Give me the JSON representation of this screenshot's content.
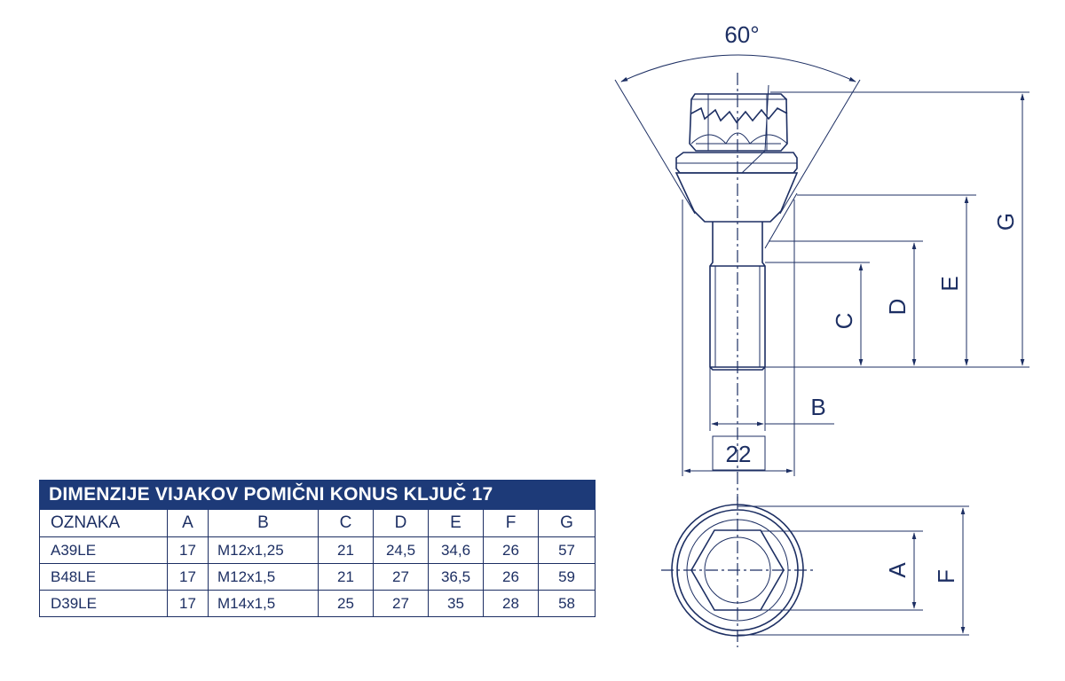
{
  "drawing": {
    "angle_label": "60°",
    "dimension_labels": {
      "a": "A",
      "b": "B",
      "c": "C",
      "d": "D",
      "e": "E",
      "f": "F",
      "g": "G",
      "wrench": "22"
    }
  },
  "table": {
    "title": "DIMENZIJE VIJAKOV POMIČNI KONUS KLJUČ 17",
    "headers": [
      "OZNAKA",
      "A",
      "B",
      "C",
      "D",
      "E",
      "F",
      "G"
    ],
    "rows": [
      [
        "A39LE",
        "17",
        "M12x1,25",
        "21",
        "24,5",
        "34,6",
        "26",
        "57"
      ],
      [
        "B48LE",
        "17",
        "M12x1,5",
        "21",
        "27",
        "36,5",
        "26",
        "59"
      ],
      [
        "D39LE",
        "17",
        "M14x1,5",
        "25",
        "27",
        "35",
        "28",
        "58"
      ]
    ]
  },
  "colors": {
    "line": "#1d2f63",
    "header_bg": "#1d3a78",
    "header_text": "#ffffff"
  }
}
